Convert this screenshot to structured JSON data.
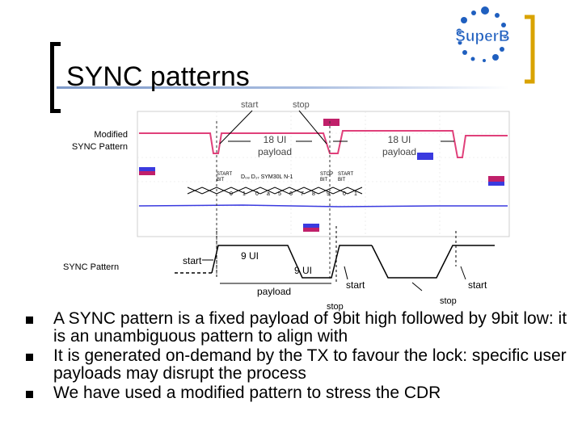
{
  "slide": {
    "title": "SYNC patterns",
    "logo_text": "SuperB"
  },
  "diagram": {
    "scope_labels": {
      "start": "start",
      "stop": "stop",
      "payload_left": "18 UI\npayload",
      "payload_right": "18 UI\npayload",
      "modified": "Modified\nSYNC Pattern",
      "start_bit_1": "START\nBIT",
      "stop_bit": "STOP\nBIT",
      "start_bit_2": "START\nBIT",
      "sym_code": "D₀₈ D₁₇  SYM30L  N-1"
    },
    "sync_labels": {
      "row_label": "SYNC Pattern",
      "start_left": "start",
      "ui_high": "9 UI",
      "ui_low": "9 UI",
      "payload": "payload",
      "start_mid": "start",
      "stop_mid": "stop",
      "stop_right": "stop",
      "start_right": "start"
    }
  },
  "bullets": [
    "A SYNC pattern is a fixed payload of 9bit high followed by 9bit low: it is an unambiguous pattern to align with",
    "It is generated on-demand by the TX to favour the lock: specific user payloads may disrupt the process",
    "We have used a modified pattern to stress the CDR"
  ],
  "colors": {
    "trace_pink": "#e0407a",
    "trace_blue": "#3a3adf",
    "accent_blue": "#1f5fbf",
    "logo_gold": "#d9a300",
    "marker_red": "#c0206a"
  }
}
